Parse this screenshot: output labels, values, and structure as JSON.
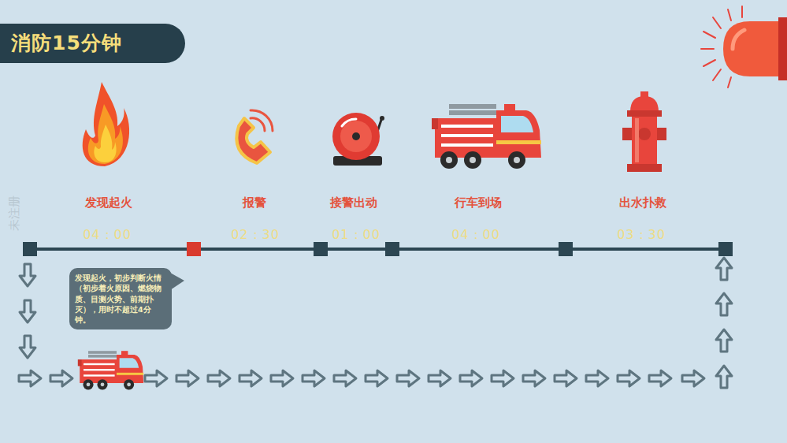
{
  "diagram": {
    "title": "消防15分钟",
    "nodes": [
      {
        "text": [
          "发现起火，初步判断火情（初步着火原因、燃烧物质、目测火势、前期扑灭），用时不超过4分钟。"
        ]
      }
    ],
    "labels": [
      "发现起火",
      "报警",
      "接警出动",
      "行车到场",
      "出水扑救",
      "04：00",
      "02：30",
      "01：00",
      "04：00",
      "03：30",
      "未注册"
    ]
  }
}
